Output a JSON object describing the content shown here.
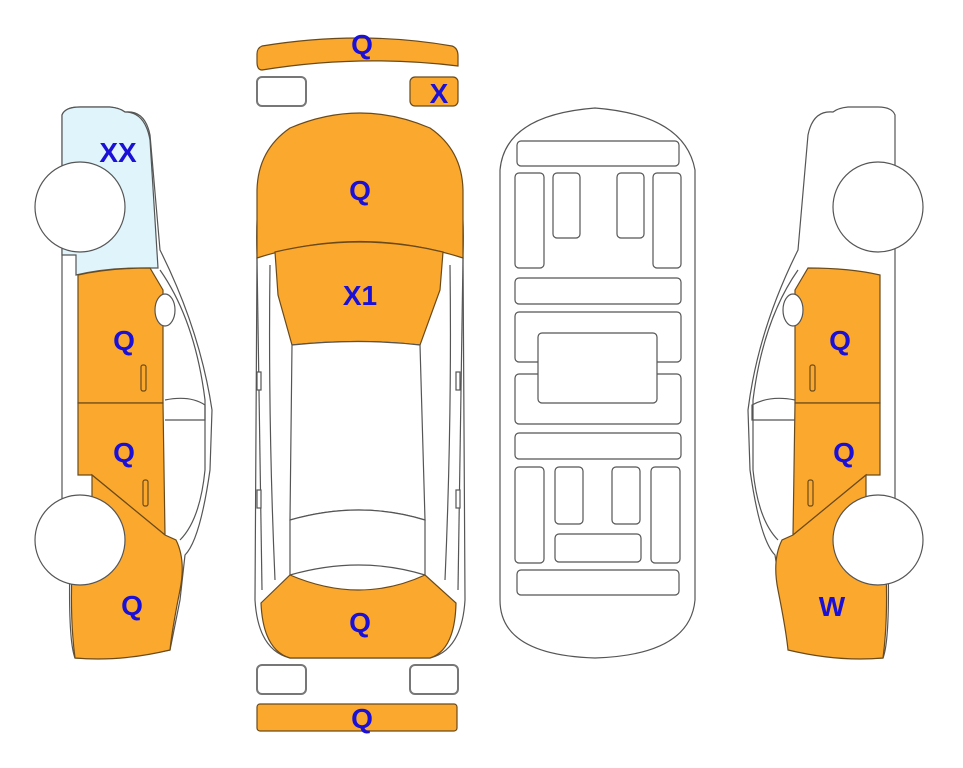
{
  "colors": {
    "damaged_fill": "#fba82e",
    "glass_fill": "#dff4fb",
    "label_text": "#1a10d6",
    "outline": "#555555"
  },
  "diagram": {
    "top_view": {
      "front_bumper": "Q",
      "front_left_light": "",
      "front_right_light": "X",
      "hood": "Q",
      "windshield": "X1",
      "trunk": "Q",
      "rear_left_light": "",
      "rear_right_light": "",
      "rear_bumper": "Q"
    },
    "left_side": {
      "window_glass": "XX",
      "front_door": "Q",
      "rear_door": "Q",
      "rear_quarter": "Q"
    },
    "right_side": {
      "front_door": "Q",
      "rear_door": "Q",
      "rear_quarter": "W"
    },
    "underbody": {
      "label": ""
    }
  }
}
